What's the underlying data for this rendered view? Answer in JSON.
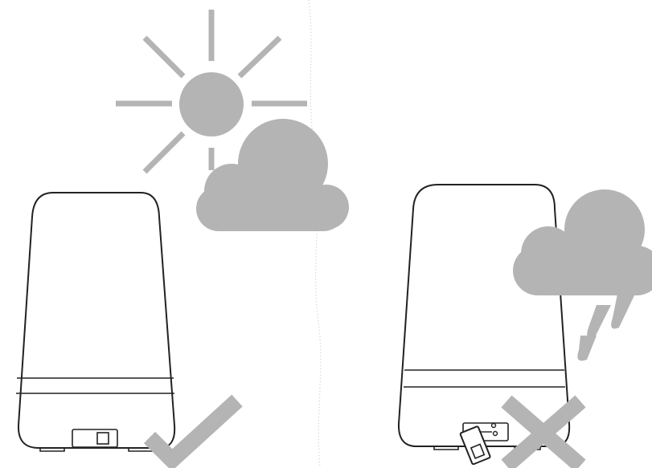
{
  "colors": {
    "icon_gray": "#b4b4b4",
    "line_dark": "#222222",
    "background": "#ffffff",
    "divider": "#c8c8c8"
  },
  "scenes": [
    {
      "weather": "sun-and-cloud",
      "device": "humidifier-cover-closed",
      "verdict": "check-mark"
    },
    {
      "weather": "rain-cloud",
      "device": "humidifier-cover-open",
      "verdict": "cross-mark"
    }
  ]
}
